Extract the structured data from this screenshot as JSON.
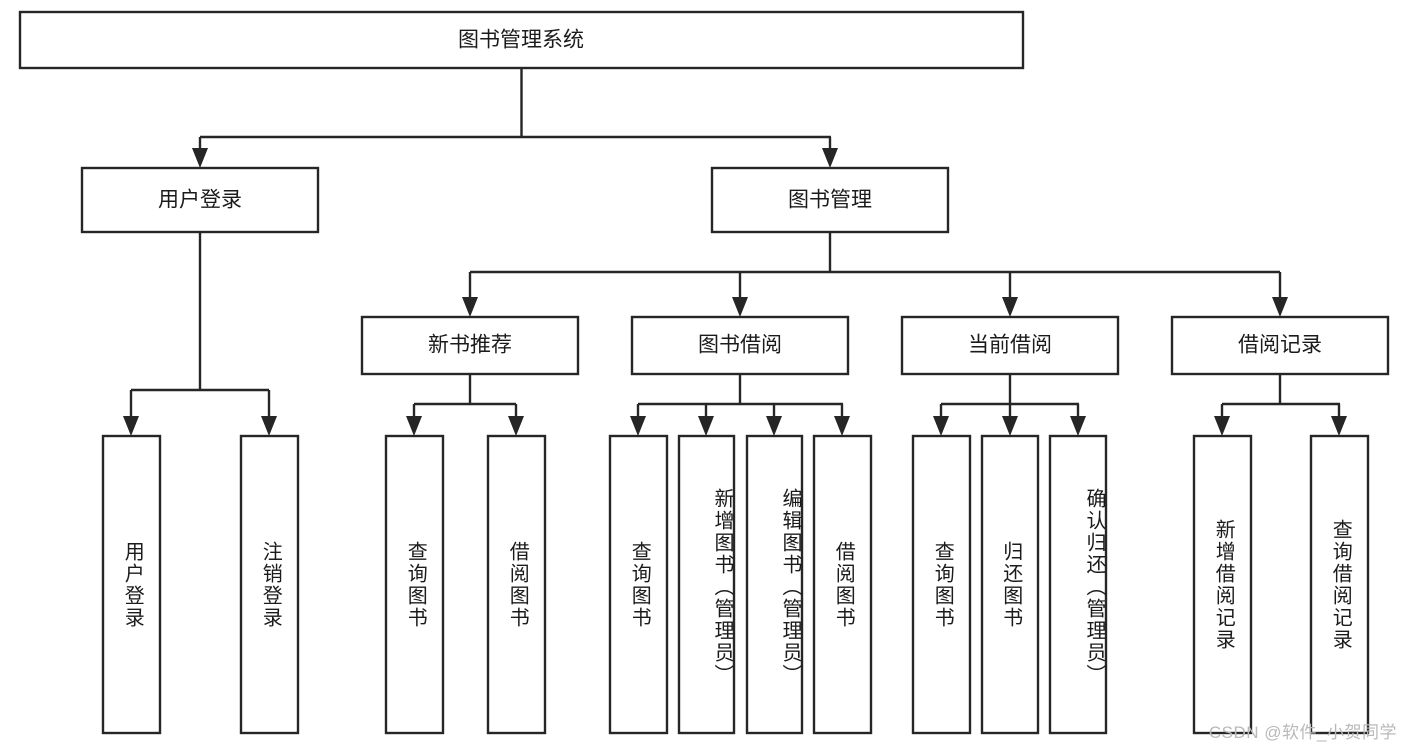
{
  "diagram": {
    "type": "tree-hierarchy",
    "title": "图书管理系统",
    "watermark": "CSDN @软件_小贺同学",
    "colors": {
      "box_stroke": "#262626",
      "box_fill": "#ffffff",
      "text": "#1b1b1b",
      "watermark": "#b9b9b9",
      "background": "#ffffff"
    },
    "levels": {
      "level1": {
        "label": "图书管理系统"
      },
      "level2": [
        {
          "label": "用户登录"
        },
        {
          "label": "图书管理"
        }
      ],
      "level3": [
        {
          "label": "新书推荐"
        },
        {
          "label": "图书借阅"
        },
        {
          "label": "当前借阅"
        },
        {
          "label": "借阅记录"
        }
      ],
      "level4": [
        {
          "label": "用户登录",
          "parent": "用户登录"
        },
        {
          "label": "注销登录",
          "parent": "用户登录"
        },
        {
          "label": "查询图书",
          "parent": "新书推荐"
        },
        {
          "label": "借阅图书",
          "parent": "新书推荐"
        },
        {
          "label": "查询图书",
          "parent": "图书借阅"
        },
        {
          "label": "新增图书（管理员）",
          "parent": "图书借阅"
        },
        {
          "label": "编辑图书（管理员）",
          "parent": "图书借阅"
        },
        {
          "label": "借阅图书",
          "parent": "图书借阅"
        },
        {
          "label": "查询图书",
          "parent": "当前借阅"
        },
        {
          "label": "归还图书",
          "parent": "当前借阅"
        },
        {
          "label": "确认归还（管理员）",
          "parent": "当前借阅"
        },
        {
          "label": "新增借阅记录",
          "parent": "借阅记录"
        },
        {
          "label": "查询借阅记录",
          "parent": "借阅记录"
        }
      ]
    }
  }
}
